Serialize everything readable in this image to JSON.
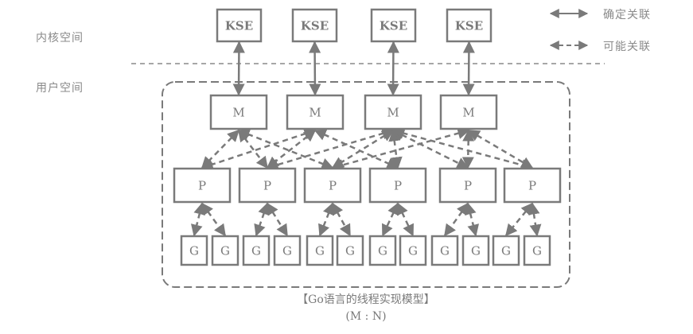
{
  "labels": {
    "kernel_space": "内核空间",
    "user_space": "用户空间"
  },
  "legend": {
    "definite": "确定关联",
    "possible": "可能关联"
  },
  "caption": {
    "title": "【Go语言的线程实现模型】",
    "ratio": "(M : N)"
  },
  "colors": {
    "stroke": "#7a7a7a",
    "text": "#7a7a7a",
    "background": "#ffffff"
  },
  "nodes": {
    "kse": [
      "KSE",
      "KSE",
      "KSE",
      "KSE"
    ],
    "m": [
      "M",
      "M",
      "M",
      "M"
    ],
    "p": [
      "P",
      "P",
      "P",
      "P",
      "P",
      "P"
    ],
    "g": [
      "G",
      "G",
      "G",
      "G",
      "G",
      "G",
      "G",
      "G",
      "G",
      "G",
      "G",
      "G"
    ]
  },
  "edges": {
    "kse_m_definite": [
      [
        0,
        0
      ],
      [
        1,
        1
      ],
      [
        2,
        2
      ],
      [
        3,
        3
      ]
    ],
    "m_p_possible": [
      [
        0,
        0
      ],
      [
        0,
        1
      ],
      [
        0,
        2
      ],
      [
        1,
        0
      ],
      [
        1,
        1
      ],
      [
        1,
        3
      ],
      [
        2,
        1
      ],
      [
        2,
        2
      ],
      [
        2,
        3
      ],
      [
        2,
        4
      ],
      [
        2,
        5
      ],
      [
        3,
        2
      ],
      [
        3,
        4
      ],
      [
        3,
        5
      ]
    ],
    "p_g_possible": [
      [
        0,
        0
      ],
      [
        0,
        1
      ],
      [
        1,
        2
      ],
      [
        1,
        3
      ],
      [
        2,
        4
      ],
      [
        2,
        5
      ],
      [
        3,
        6
      ],
      [
        3,
        7
      ],
      [
        4,
        8
      ],
      [
        4,
        9
      ],
      [
        5,
        10
      ],
      [
        5,
        11
      ]
    ]
  }
}
